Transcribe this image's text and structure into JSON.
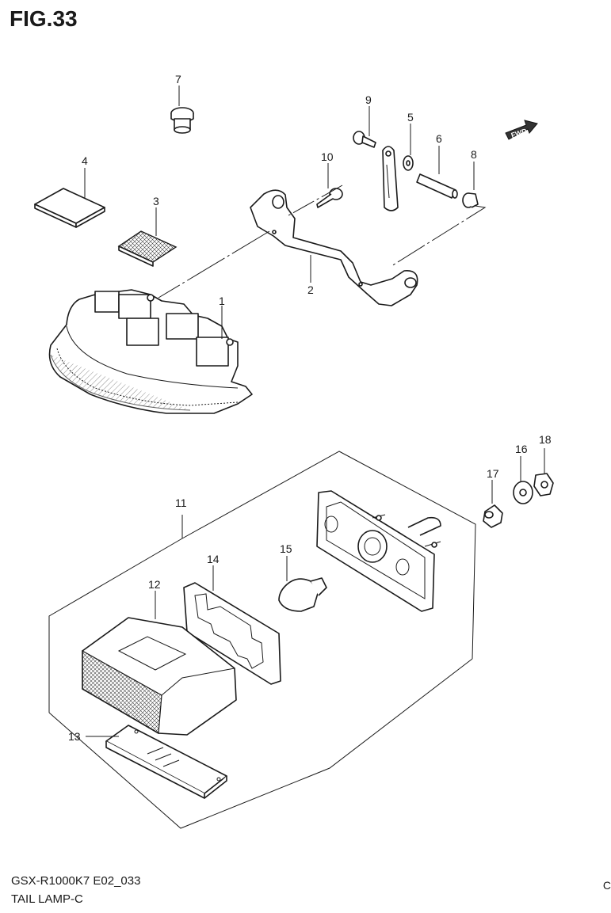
{
  "figure": {
    "title": "FIG.33"
  },
  "footer": {
    "model_code": "GSX-R1000K7 E02_033",
    "name": "TAIL LAMP-C",
    "edge_char": "C"
  },
  "fwd_label": "FWD",
  "callouts": [
    "1",
    "2",
    "3",
    "4",
    "5",
    "6",
    "7",
    "8",
    "9",
    "10",
    "11",
    "12",
    "13",
    "14",
    "15",
    "16",
    "17",
    "18"
  ]
}
